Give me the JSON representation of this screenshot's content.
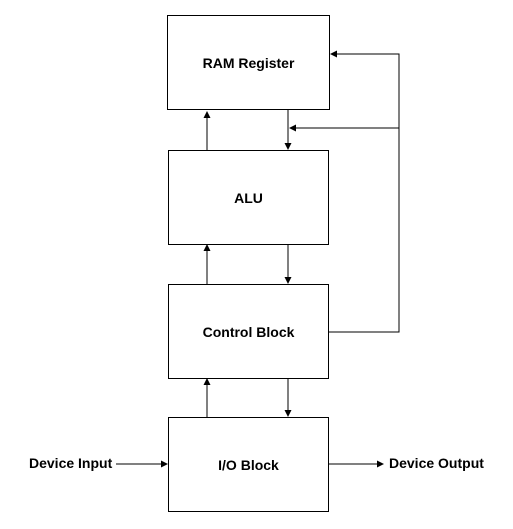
{
  "blocks": {
    "ram": "RAM Register",
    "alu": "ALU",
    "control": "Control Block",
    "io": "I/O Block"
  },
  "labels": {
    "device_input": "Device Input",
    "device_output": "Device Output"
  },
  "style": {
    "line_color": "#000000",
    "box_border": "#000000",
    "background": "#ffffff"
  }
}
